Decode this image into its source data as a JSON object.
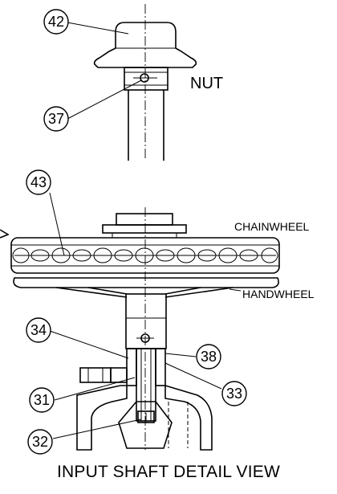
{
  "caption": "INPUT SHAFT DETAIL VIEW",
  "labels": {
    "nut": "NUT",
    "chainwheel": "CHAINWHEEL",
    "handwheel": "HANDWHEEL"
  },
  "balloons": {
    "b42": "42",
    "b37": "37",
    "b43": "43",
    "b34": "34",
    "b38": "38",
    "b31": "31",
    "b33": "33",
    "b32": "32"
  }
}
